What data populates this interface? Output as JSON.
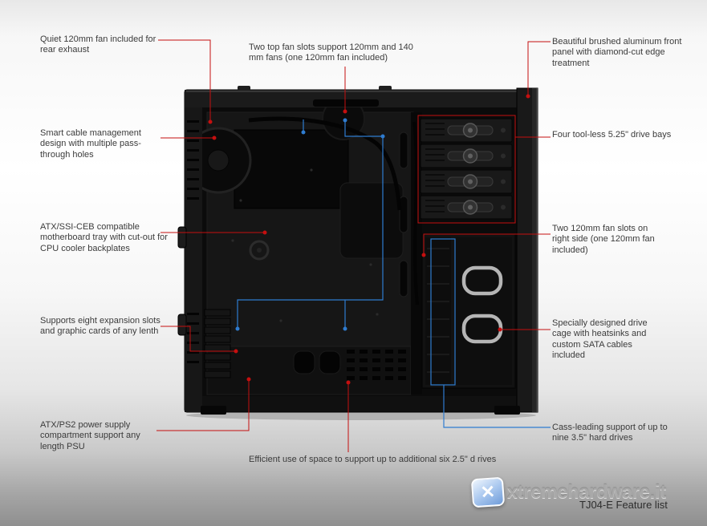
{
  "colors": {
    "callout_red": "#c50f0f",
    "callout_blue": "#2f7cd0"
  },
  "annotations": {
    "left": [
      {
        "id": "rear-fan",
        "text": "Quiet 120mm fan included for rear exhaust"
      },
      {
        "id": "cable-management",
        "text": "Smart cable management design with multiple pass-through holes"
      },
      {
        "id": "motherboard-tray",
        "text": "ATX/SSI-CEB compatible motherboard tray with cut-out for CPU cooler backplates"
      },
      {
        "id": "expansion-slots",
        "text": "Supports eight expansion slots and graphic cards of any lenth"
      },
      {
        "id": "psu",
        "text": "ATX/PS2 power supply compartment support any length PSU"
      }
    ],
    "top": {
      "id": "top-fans",
      "text": "Two top fan slots support 120mm and 140 mm fans (one 120mm fan included)"
    },
    "right": [
      {
        "id": "front-panel",
        "text": "Beautiful brushed aluminum front panel with diamond-cut edge treatment"
      },
      {
        "id": "drive-bays",
        "text": "Four tool-less 5.25\" drive bays"
      },
      {
        "id": "side-fans",
        "text": "Two 120mm fan slots on right side (one 120mm fan included)"
      },
      {
        "id": "drive-cage",
        "text": "Specially designed drive cage with heatsinks and custom SATA cables included"
      },
      {
        "id": "hdd-support",
        "text": "Cass-leading support of up to nine 3.5\" hard drives"
      }
    ],
    "bottom": {
      "id": "ssd-space",
      "text": "Efficient use of space to support up to additional six 2.5\" d rives"
    }
  },
  "watermark": {
    "logo_glyph": "✕",
    "text": "xtremehardware.it"
  },
  "caption": "TJ04-E Feature list"
}
